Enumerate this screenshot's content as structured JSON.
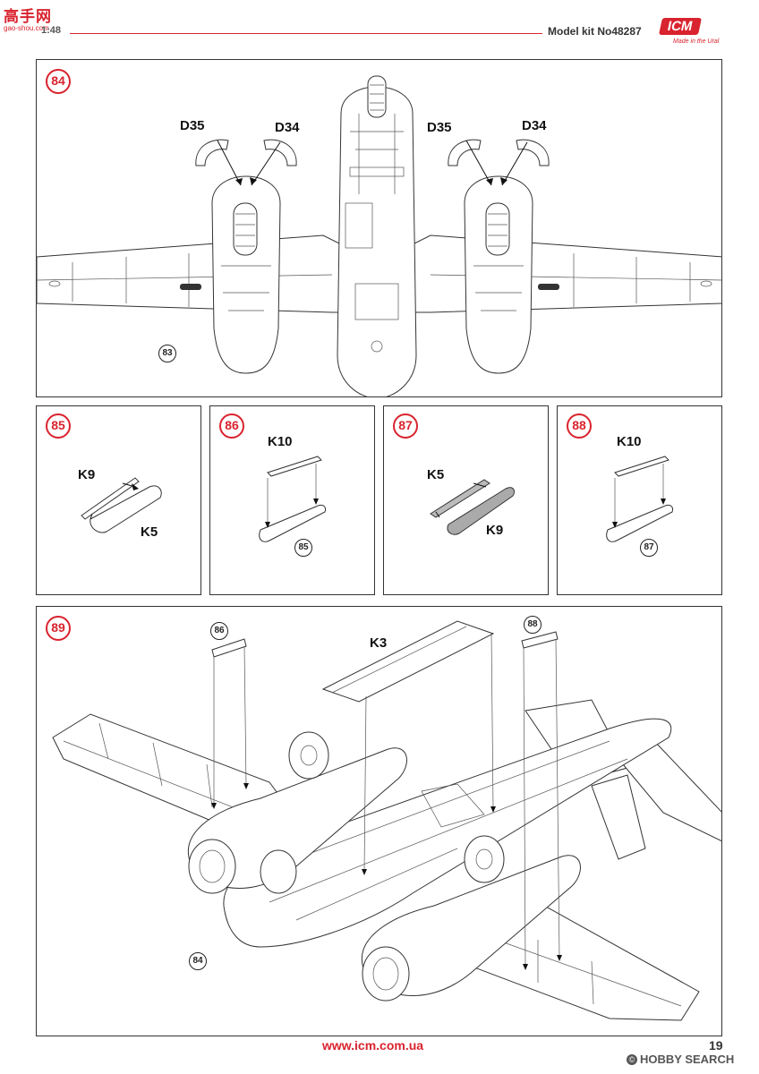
{
  "header": {
    "logo_left": "高手网",
    "logo_left_sub": "gao-shou.com",
    "scale": "1:48",
    "model_kit": "Model kit No48287",
    "brand": "ICM",
    "brand_tagline": "Made in the Ural"
  },
  "steps": {
    "s84": {
      "number": "84",
      "labels": [
        "D35",
        "D34",
        "D35",
        "D34"
      ],
      "ref": "83"
    },
    "s85": {
      "number": "85",
      "labels": [
        "K9",
        "K5"
      ]
    },
    "s86": {
      "number": "86",
      "labels": [
        "K10"
      ],
      "ref": "85"
    },
    "s87": {
      "number": "87",
      "labels": [
        "K5",
        "K9"
      ]
    },
    "s88": {
      "number": "88",
      "labels": [
        "K10"
      ],
      "ref": "87"
    },
    "s89": {
      "number": "89",
      "labels": [
        "K3"
      ],
      "refs": [
        "86",
        "88",
        "84"
      ]
    }
  },
  "footer": {
    "url": "www.icm.com.ua",
    "page": "19",
    "watermark": "HOBBY SEARCH"
  },
  "colors": {
    "accent": "#d9232e",
    "line": "#333333"
  }
}
